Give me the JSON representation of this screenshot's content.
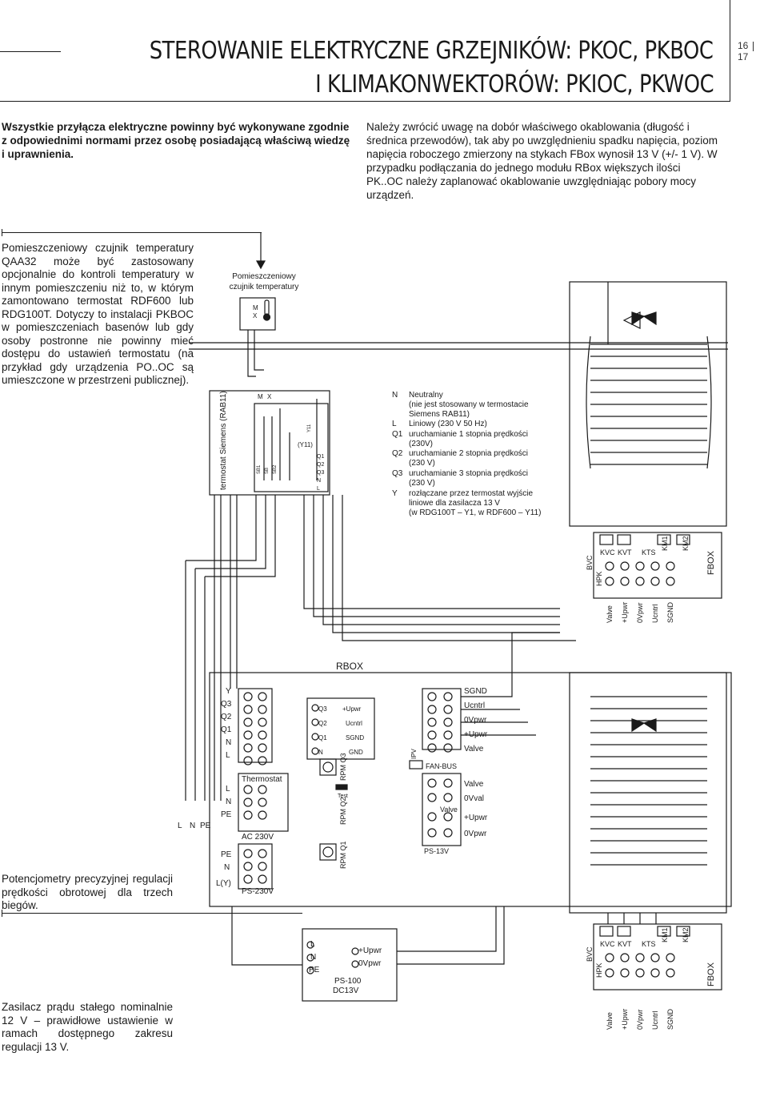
{
  "header": {
    "title_line1": "STEROWANIE ELEKTRYCZNE GRZEJNIKÓW: PKOC, PKBOC",
    "title_line2": "I KLIMAKONWEKTORÓW: PKIOC, PKWOC",
    "page_left": "16",
    "page_right": "17"
  },
  "intro": {
    "left": "Wszystkie przyłącza elektryczne powinny być wykonywane zgodnie z odpowiednimi normami przez osobę posiadającą właściwą wiedzę i uprawnienia.",
    "right": "Należy zwrócić uwagę na dobór właściwego okablowania (długość i średnica przewodów), tak aby po uwzględnieniu spadku napięcia, poziom napięcia roboczego zmierzony na stykach FBox wynosił 13 V (+/- 1 V). W przypadku podłączania do jednego modułu RBox większych ilości PK..OC należy zaplanować okablowanie uwzględniając pobory mocy urządzeń."
  },
  "side_notes": {
    "sensor": "Pomieszczeniowy czujnik temperatury QAA32 może być zastosowany opcjonalnie do kontroli temperatury w innym pomieszczeniu niż to, w którym zamontowano termostat RDF600 lub RDG100T. Dotyczy to instalacji PKBOC w pomieszczeniach basenów lub gdy osoby postronne nie powinny mieć dostępu do ustawień termostatu (na przykład gdy urządzenia PO..OC są umieszczone w przestrzeni publicznej).",
    "potentiometer": "Potencjometry precyzyjnej regulacji prędkości obrotowej dla trzech biegów.",
    "power": "Zasilacz prądu stałego nominalnie 12 V – prawidłowe ustawienie w ramach dostępnego zakresu regulacji 13 V."
  },
  "diagram": {
    "sensor_label_1": "Pomieszczeniowy",
    "sensor_label_2": "czujnik temperatury",
    "sensor_terms": [
      "M",
      "X"
    ],
    "thermostat_label": "termostat Siemens (RAB11)",
    "thermostat_terms": [
      "M",
      "X"
    ],
    "thermostat_small": [
      "SB1",
      "SB",
      "SB2",
      "Y11",
      "(Y11)",
      "Q1",
      "Q2",
      "Q3",
      "N",
      "L"
    ],
    "legend": [
      {
        "key": "N",
        "lines": [
          "Neutralny",
          "(nie jest stosowany w termostacie",
          "Siemens RAB11)"
        ]
      },
      {
        "key": "L",
        "lines": [
          "Liniowy (230 V 50 Hz)"
        ]
      },
      {
        "key": "Q1",
        "lines": [
          "uruchamianie 1 stopnia prędkości",
          "(230V)"
        ]
      },
      {
        "key": "Q2",
        "lines": [
          "uruchamianie 2 stopnia prędkości",
          "(230 V)"
        ]
      },
      {
        "key": "Q3",
        "lines": [
          "uruchamianie 3 stopnia prędkości",
          "(230 V)"
        ]
      },
      {
        "key": "Y",
        "lines": [
          "rozłączane przez termostat wyjście",
          "liniowe dla zasilacza 13 V",
          "(w RDG100T – Y1, w RDF600 – Y11)"
        ]
      }
    ],
    "fbox": {
      "label": "FBOX",
      "top_labels": [
        "KVC",
        "KVT",
        "KTS",
        "KM1",
        "KM2"
      ],
      "side_labels": [
        "BVC",
        "HPK"
      ],
      "bottom_labels": [
        "Valve",
        "+Upwr",
        "0Vpwr",
        "Ucntrl",
        "SGND"
      ]
    },
    "rbox": {
      "label": "RBOX",
      "block1_terms": [
        "Y",
        "Q3",
        "Q2",
        "Q1",
        "N",
        "L"
      ],
      "thermostat": "Thermostat",
      "ac_terms": [
        "L",
        "N",
        "PE"
      ],
      "ac_label": "AC 230V",
      "ps_terms": [
        "PE",
        "N",
        "L(Y)"
      ],
      "ps_label": "PS-230V",
      "mains": [
        "L",
        "N",
        "PE"
      ],
      "mid_left": [
        "Q3",
        "Q2",
        "Q1",
        "N"
      ],
      "mid_right": [
        "+Upwr",
        "Ucntrl",
        "SGND",
        "GND"
      ],
      "rpm": [
        "RPM Q3",
        "RPM Q2",
        "RPM Q1"
      ],
      "test": "Test",
      "ipv": "IPV",
      "fanbus": "FAN-BUS",
      "valve_mid": "Valve",
      "ps13": "PS-13V",
      "right_terms": [
        "SGND",
        "Ucntrl",
        "0Vpwr",
        "+Upwr",
        "Valve",
        "Valve",
        "0Vval",
        "+Upwr",
        "0Vpwr"
      ]
    },
    "ps100": {
      "left_terms": [
        "L",
        "N",
        "PE"
      ],
      "right_terms": [
        "+Upwr",
        "0Vpwr"
      ],
      "label1": "PS-100",
      "label2": "DC13V"
    }
  }
}
